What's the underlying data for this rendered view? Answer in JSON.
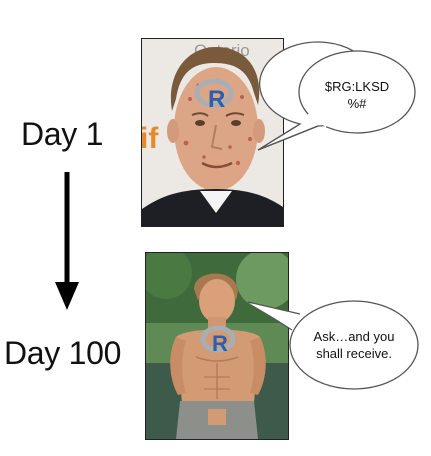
{
  "labels": {
    "day1": "Day 1",
    "day100": "Day 100"
  },
  "photos": {
    "day1": {
      "background_text": "Ontario",
      "logo_letter": "R",
      "partial_sign_letters": "if"
    },
    "day100": {
      "logo_letter": "R"
    }
  },
  "bubbles": {
    "day1": {
      "lines": [
        "$RG:LKSD",
        "%#"
      ]
    },
    "day100": {
      "lines": [
        "Ask…and you",
        "shall receive."
      ]
    }
  },
  "colors": {
    "logo_blue": "#2b5eae",
    "logo_gray": "#a9adb4",
    "sign_orange": "#e58a2c",
    "sky_green": "#4f7a4a"
  }
}
